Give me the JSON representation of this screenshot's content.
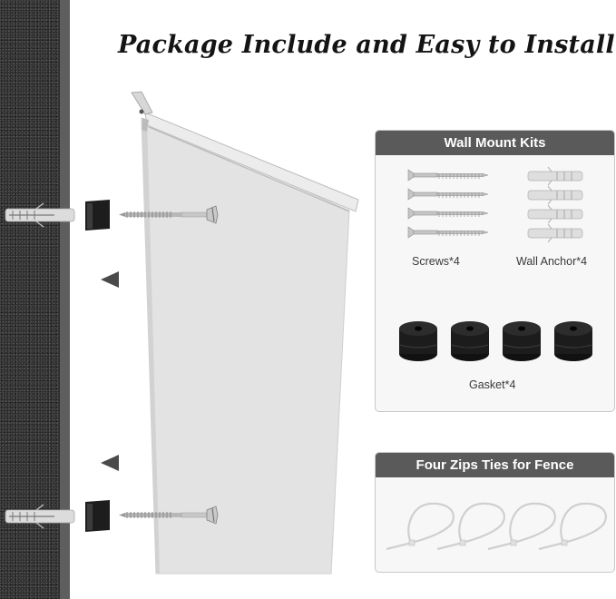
{
  "title": "Package Include and Easy to Install",
  "illustration": {
    "subject": "mailbox-wall-mount-diagram",
    "direction_arrows": 2,
    "mount_points": 2
  },
  "wall_mount_kits": {
    "header": "Wall Mount Kits",
    "items": [
      {
        "label": "Screws*4",
        "icon": "screw-icon",
        "count": 4
      },
      {
        "label": "Wall Anchor*4",
        "icon": "wall-anchor-icon",
        "count": 4
      },
      {
        "label": "Gasket*4",
        "icon": "gasket-icon",
        "count": 4
      }
    ]
  },
  "zip_ties": {
    "header": "Four Zips Ties for Fence",
    "icon": "zip-tie-icon",
    "count": 4
  },
  "colors": {
    "panel_header": "#5a5a5a",
    "panel_bg": "#f7f7f7",
    "wall": "#2e2e2e",
    "mailbox": "#e4e4e4"
  }
}
